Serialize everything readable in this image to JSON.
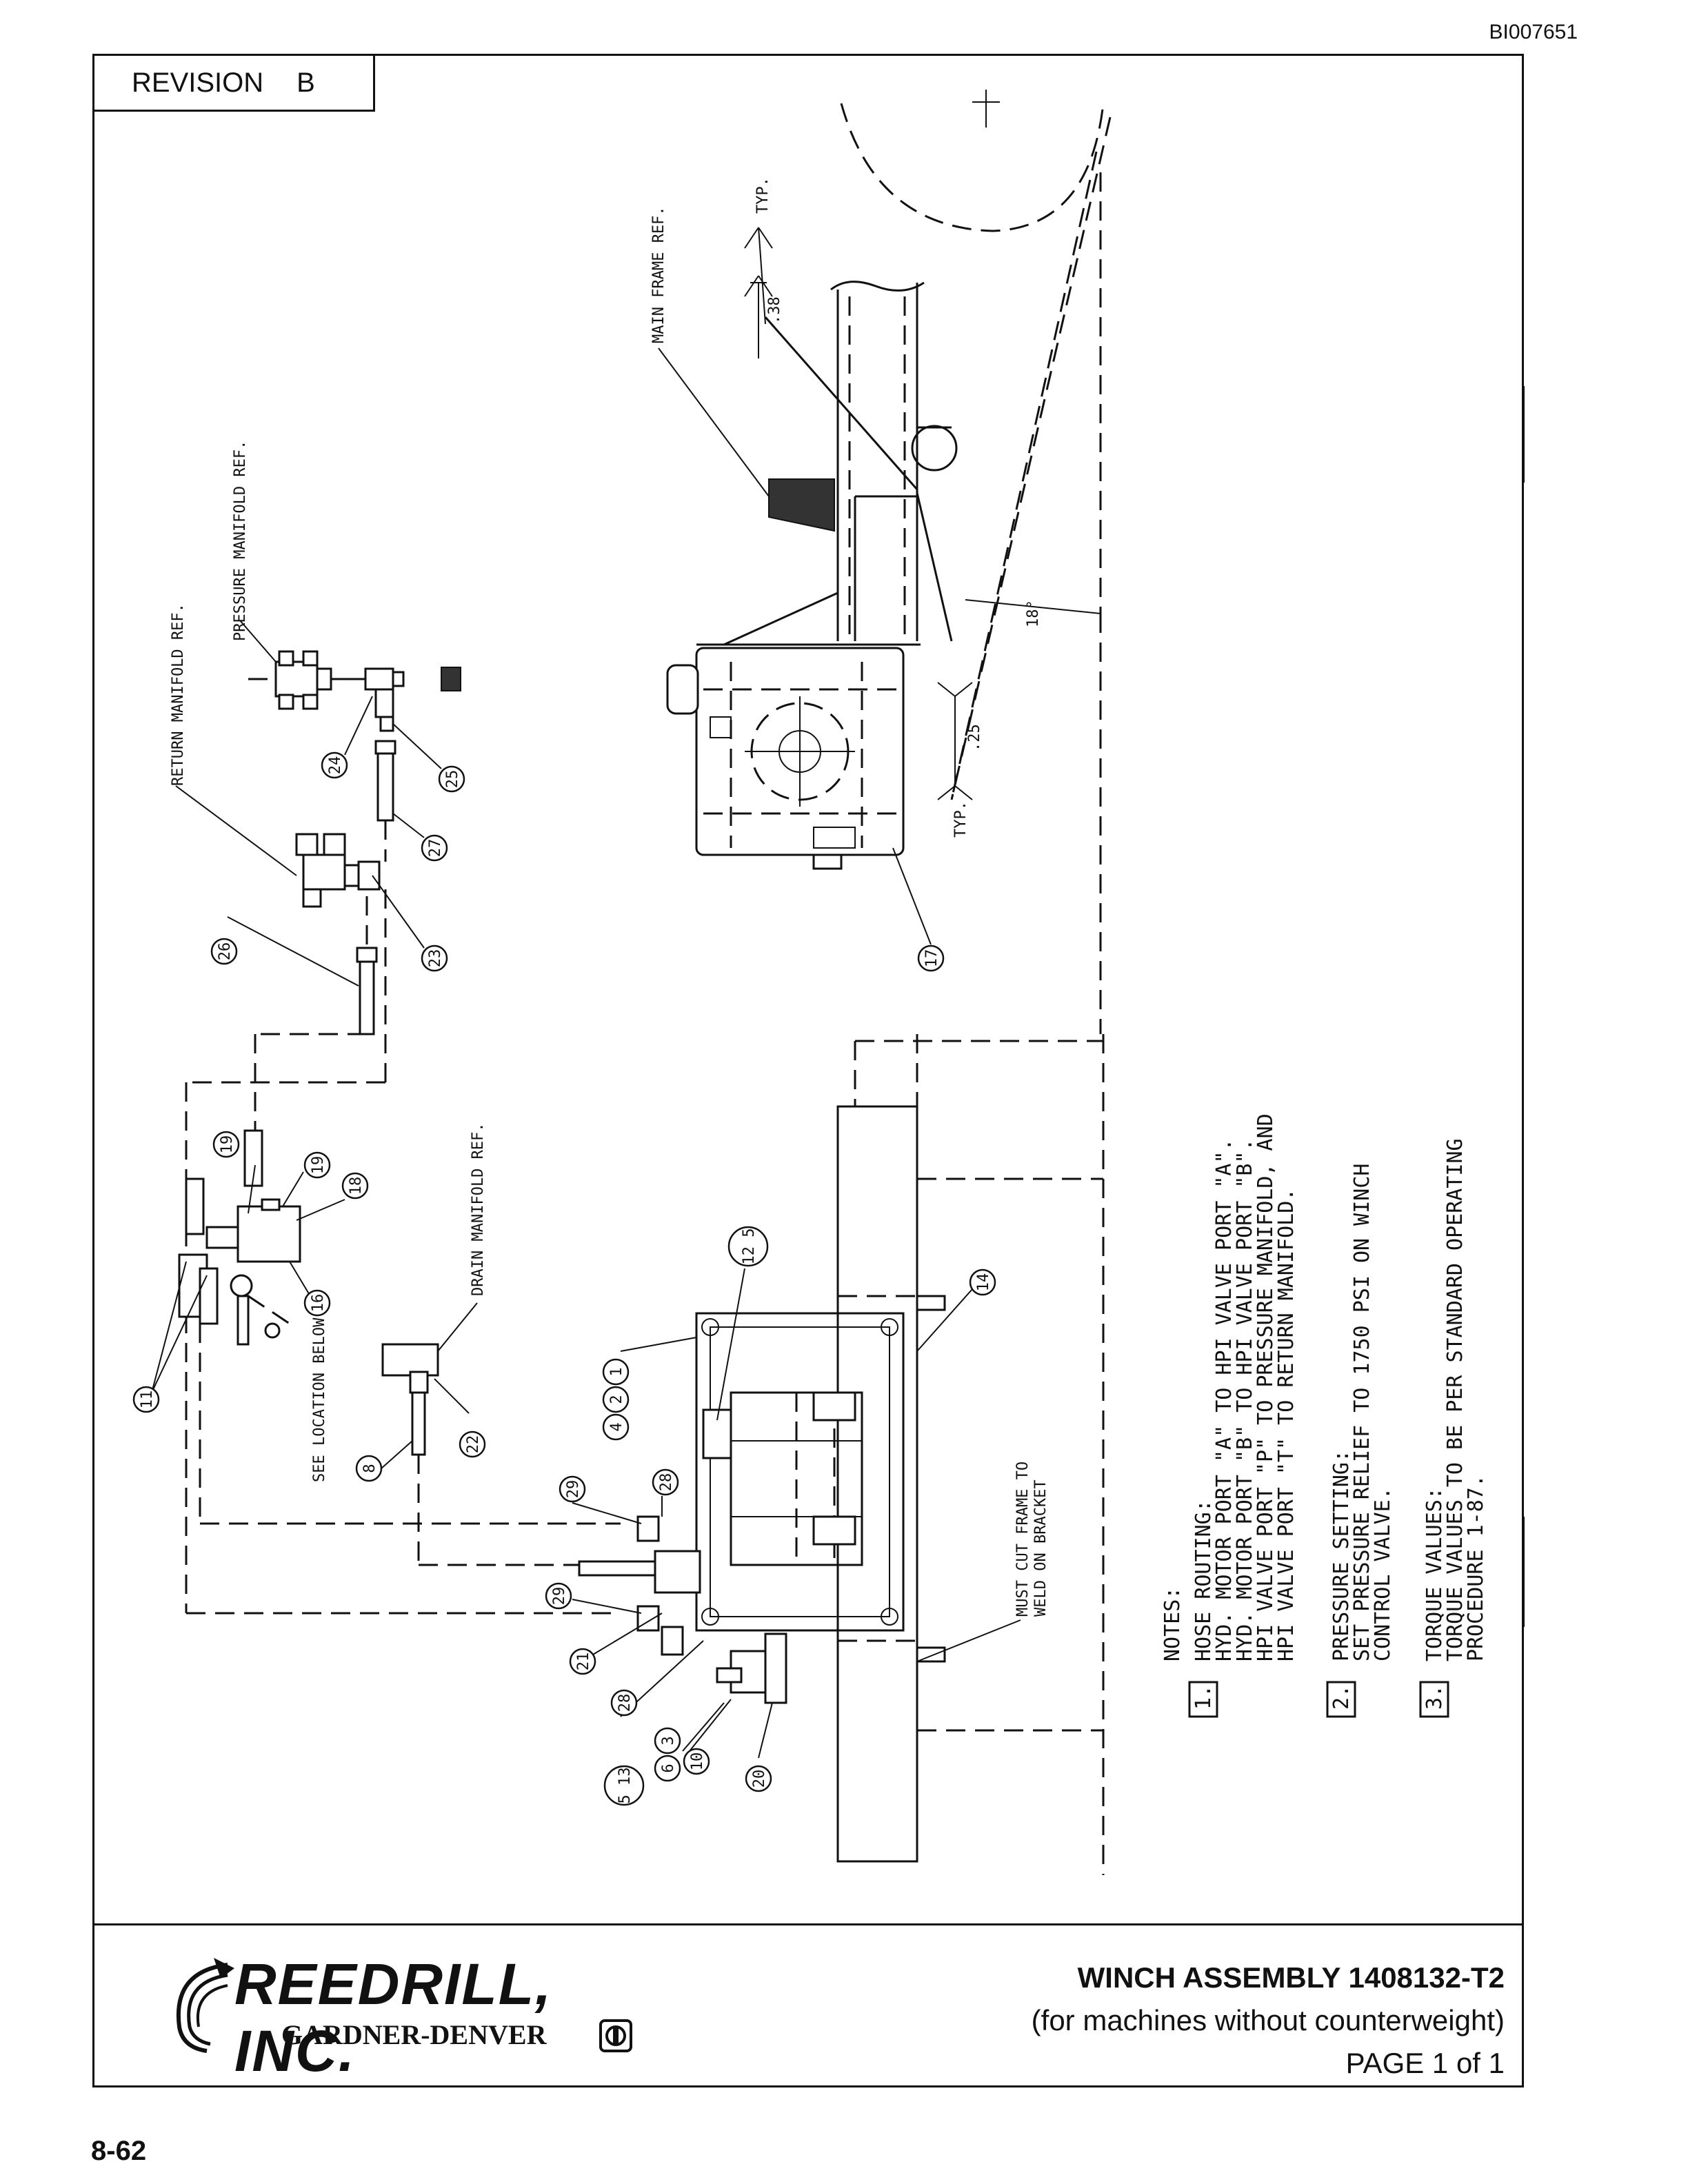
{
  "doc_id": "BI007651",
  "revision": {
    "label": "REVISION",
    "value": "B"
  },
  "callouts": {
    "main_frame_ref": "MAIN FRAME REF.",
    "pressure_manifold_ref": "PRESSURE MANIFOLD REF.",
    "return_manifold_ref": "RETURN MANIFOLD REF.",
    "drain_manifold_ref": "DRAIN MANIFOLD REF.",
    "see_location_below": "SEE LOCATION BELOW",
    "must_cut_frame": "MUST CUT FRAME TO",
    "weld_on_bracket": "WELD ON BRACKET",
    "typ": "TYP.",
    "dim_38": ".38",
    "dim_25": ".25",
    "angle_18": "18°"
  },
  "balloons": {
    "b24": "24",
    "b25": "25",
    "b27": "27",
    "b23": "23",
    "b26": "26",
    "b17": "17",
    "b19a": "19",
    "b19b": "19",
    "b18": "18",
    "b16": "16",
    "b11": "11",
    "b12_5": "12 5",
    "b14": "14",
    "b1": "1",
    "b2": "2",
    "b4": "4",
    "b8": "8",
    "b22": "22",
    "b28a": "28",
    "b29a": "29",
    "b29b": "29",
    "b21": "21",
    "b28b": "28",
    "b5_13": "5 13",
    "b6": "6",
    "b3": "3",
    "b10": "10",
    "b20": "20"
  },
  "notes": {
    "header": "NOTES:",
    "n1": {
      "num": "1.",
      "title": "HOSE ROUTING:",
      "lines": [
        "HYD. MOTOR PORT \"A\" TO HPI VALVE PORT \"A\".",
        "HYD. MOTOR PORT \"B\" TO HPI VALVE PORT \"B\".",
        "HPI VALVE PORT \"P\" TO PRESSURE MANIFOLD, AND",
        "HPI VALVE PORT \"T\" TO RETURN MANIFOLD."
      ]
    },
    "n2": {
      "num": "2.",
      "title": "PRESSURE SETTING:",
      "lines": [
        "SET PRESSURE RELIEF TO 1750 PSI ON WINCH",
        "CONTROL VALVE."
      ]
    },
    "n3": {
      "num": "3.",
      "title": "TORQUE VALUES:",
      "lines": [
        "TORQUE VALUES TO BE PER STANDARD OPERATING",
        "PROCEDURE 1-87."
      ]
    }
  },
  "title_block": {
    "company": "REEDRILL, INC.",
    "parent": "GARDNER-DENVER",
    "title": "WINCH ASSEMBLY  1408132-T2",
    "subtitle": "(for machines without counterweight)",
    "page": "PAGE  1 of  1"
  },
  "page_number": "8-62"
}
